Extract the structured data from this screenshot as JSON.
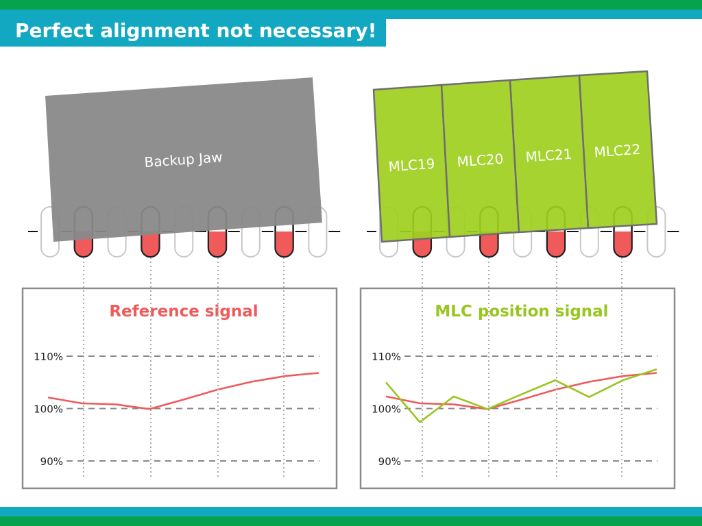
{
  "slide": {
    "title": "Perfect alignment not necessary!"
  },
  "colors": {
    "top_bar_green": "#06a24e",
    "top_bar_cyan": "#12a8c2",
    "reference": "#f05a5b",
    "mlc": "#98c61f",
    "backup_jaw": "#898989",
    "mlc_fill": "#a0cf1e",
    "grid": "#888888",
    "frame": "#8c8c8c"
  },
  "left_panel": {
    "jaw_label": "Backup Jaw"
  },
  "right_panel": {
    "leaf_labels": [
      "MLC19",
      "MLC20",
      "MLC21",
      "MLC22"
    ]
  },
  "chart_data": [
    {
      "type": "line",
      "title": "Reference signal",
      "ytick_labels": [
        "110%",
        "100%",
        "90%"
      ],
      "ylim": [
        90,
        110
      ],
      "grid": true,
      "series": [
        {
          "color": "#f05a5b",
          "x": [
            0,
            1,
            2,
            3,
            4,
            5,
            6,
            7,
            8
          ],
          "values": [
            102.1,
            101.0,
            100.8,
            99.9,
            101.7,
            103.6,
            105.1,
            106.2,
            106.8
          ]
        }
      ]
    },
    {
      "type": "line",
      "title": "MLC position signal",
      "ytick_labels": [
        "110%",
        "100%",
        "90%"
      ],
      "ylim": [
        90,
        110
      ],
      "grid": true,
      "series": [
        {
          "color": "#f05a5b",
          "x": [
            0,
            1,
            2,
            3,
            4,
            5,
            6,
            7,
            8
          ],
          "values": [
            102.3,
            101.0,
            100.8,
            99.9,
            101.7,
            103.6,
            105.1,
            106.2,
            106.8
          ]
        },
        {
          "color": "#98c61f",
          "x": [
            0,
            1,
            2,
            3,
            4,
            5,
            6,
            7,
            8
          ],
          "values": [
            105.0,
            97.4,
            102.3,
            99.9,
            102.7,
            105.4,
            102.2,
            105.4,
            107.5
          ]
        }
      ]
    }
  ]
}
